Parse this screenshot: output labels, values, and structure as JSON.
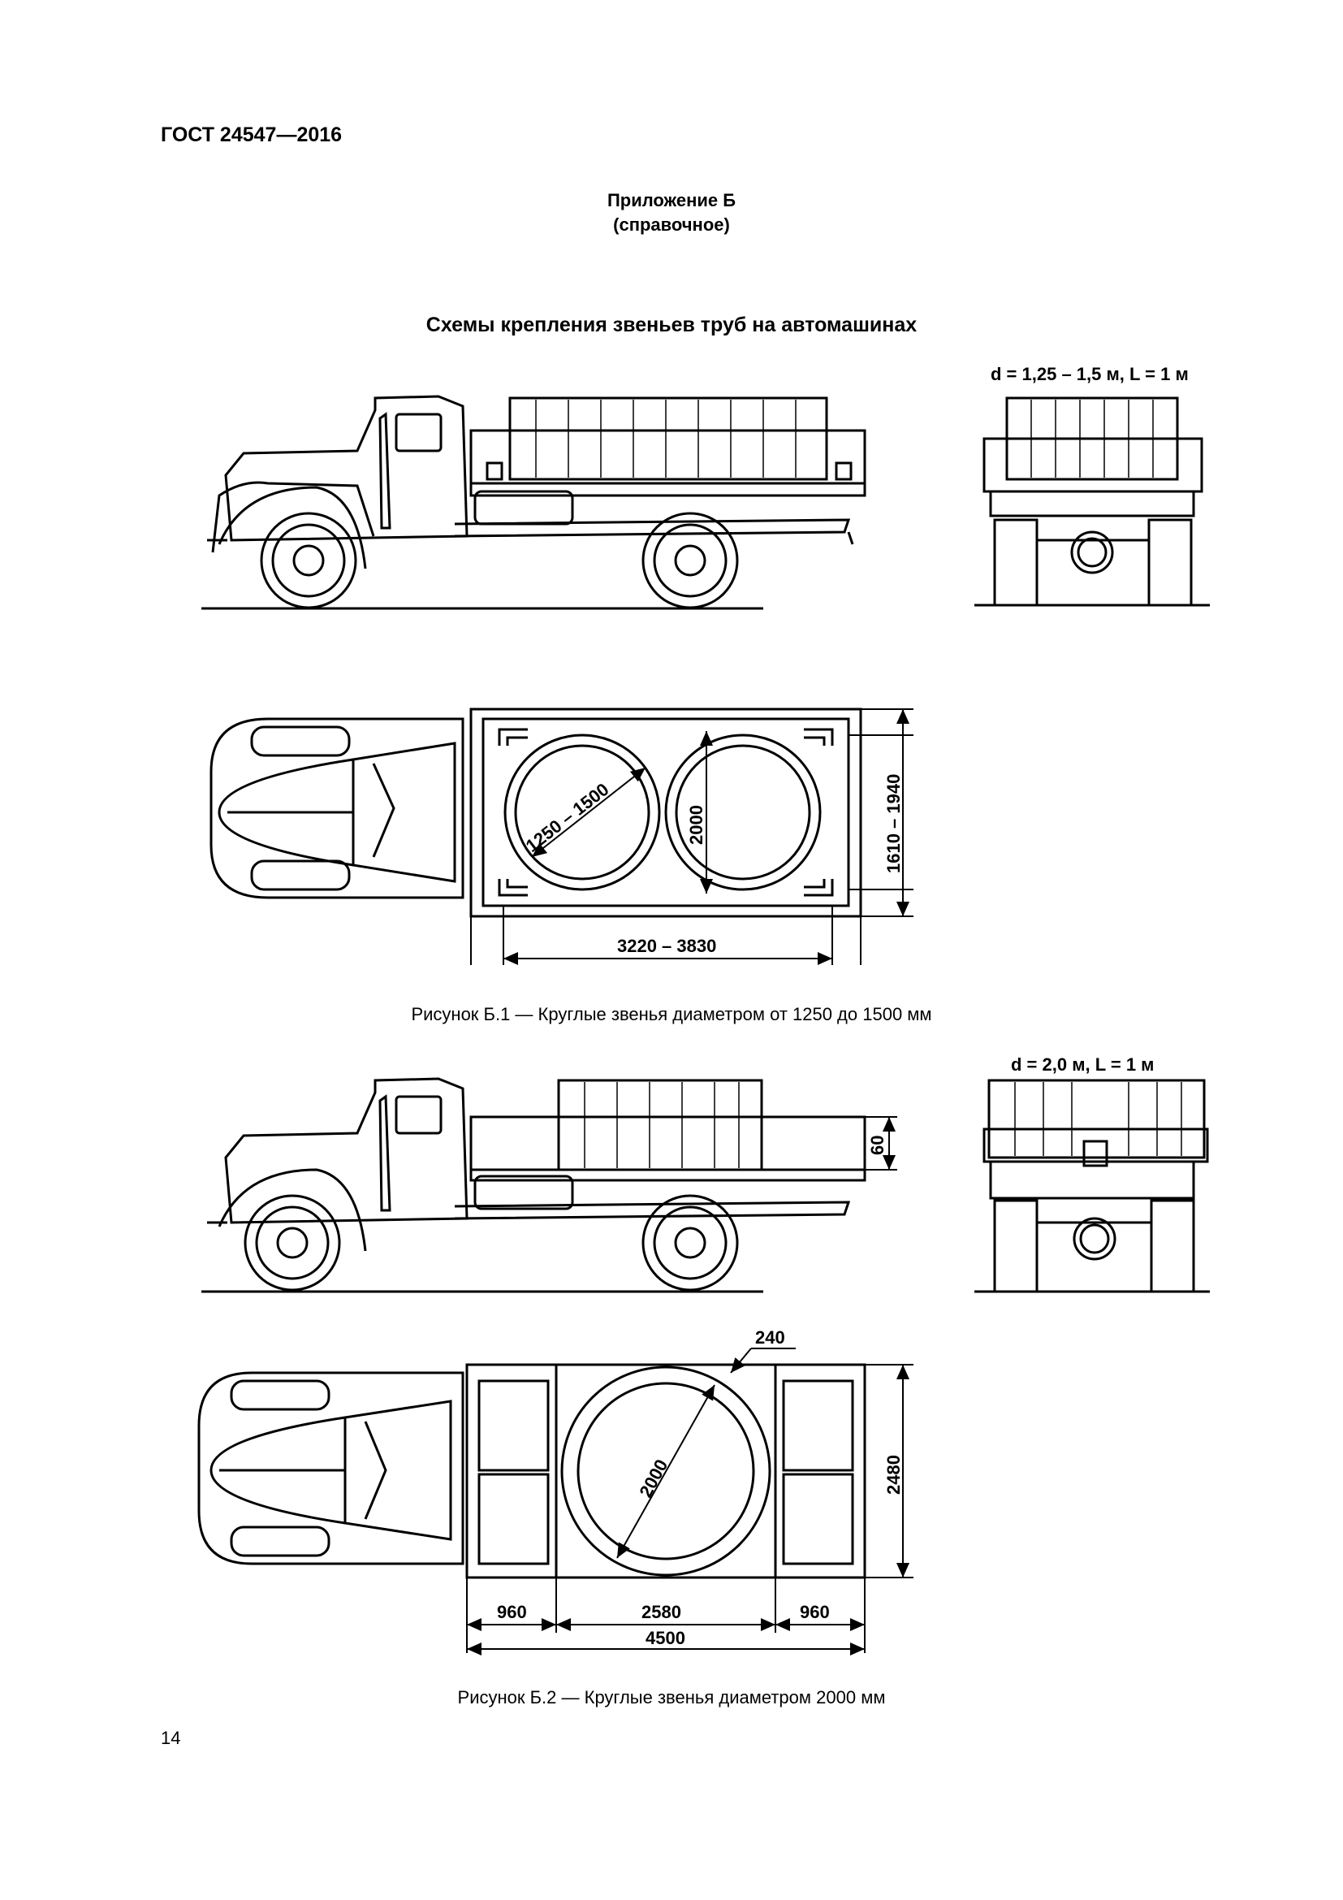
{
  "header": {
    "standard": "ГОСТ 24547—2016"
  },
  "appendix": {
    "title": "Приложение Б",
    "note": "(справочное)"
  },
  "section_title": "Схемы крепления звеньев труб на автомашинах",
  "figure1": {
    "params_label": "d = 1,25 – 1,5 м, L = 1 м",
    "dim_diameter": "1250 – 1500",
    "dim_height": "2000",
    "dim_width": "1610 – 1940",
    "dim_length": "3220 – 3830",
    "caption": "Рисунок Б.1 — Круглые звенья диаметром от 1250 до 1500 мм"
  },
  "figure2": {
    "params_label": "d = 2,0 м, L = 1 м",
    "dim_height_side": "60",
    "dim_wall": "240",
    "dim_diameter": "2000",
    "dim_width": "2480",
    "dim_left": "960",
    "dim_middle": "2580",
    "dim_right": "960",
    "dim_total": "4500",
    "caption": "Рисунок Б.2 — Круглые звенья диаметром 2000 мм"
  },
  "page_number": "14"
}
